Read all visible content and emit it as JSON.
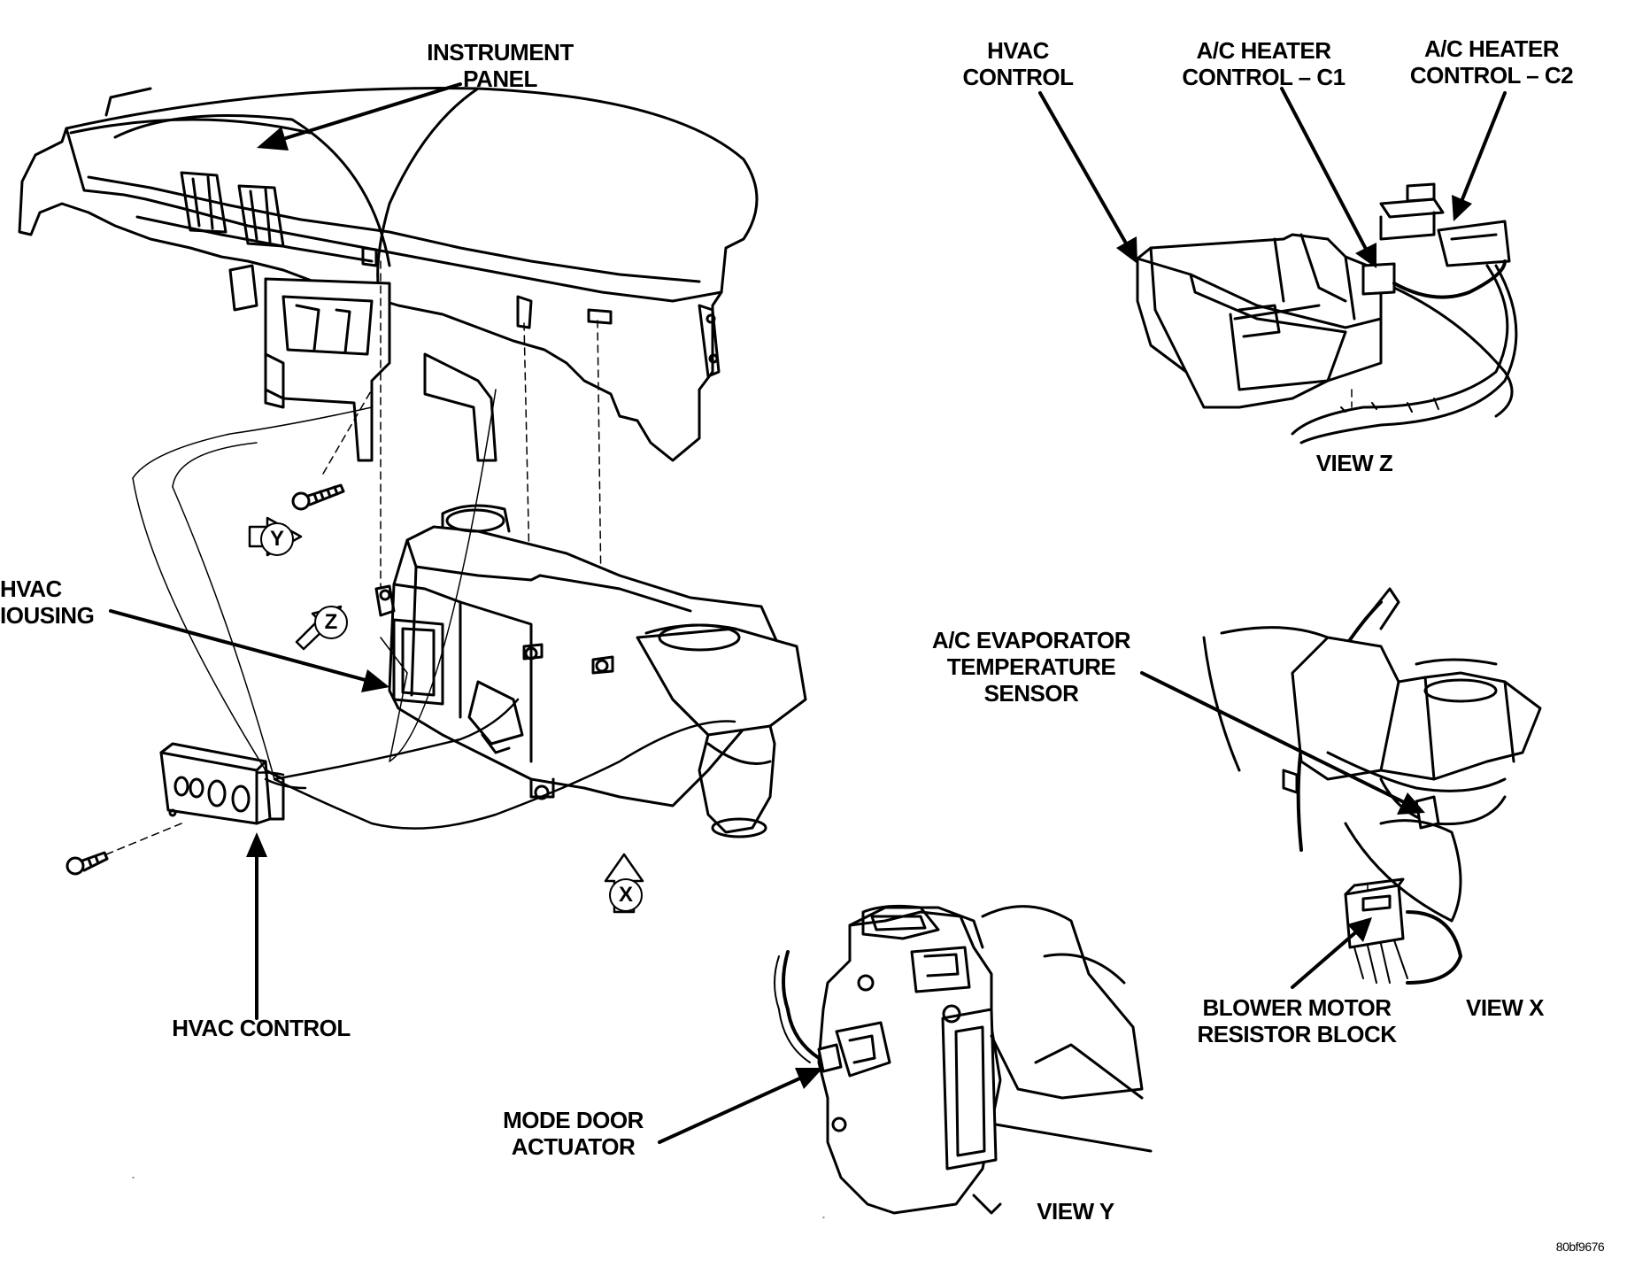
{
  "labels": {
    "instrument_panel": "INSTRUMENT\nPANEL",
    "hvac_housing": "HVAC\nIOUSING",
    "hvac_control_main": "HVAC CONTROL",
    "hvac_control_z": "HVAC\nCONTROL",
    "ac_heater_c1": "A/C HEATER\nCONTROL – C1",
    "ac_heater_c2": "A/C HEATER\nCONTROL – C2",
    "view_z": "VIEW Z",
    "evap_sensor": "A/C EVAPORATOR\nTEMPERATURE\nSENSOR",
    "blower_resistor": "BLOWER MOTOR\nRESISTOR BLOCK",
    "view_x": "VIEW X",
    "mode_door": "MODE DOOR\nACTUATOR",
    "view_y": "VIEW Y",
    "figure_id": "80bf9676"
  },
  "view_markers": {
    "y": "Y",
    "z": "Z",
    "x": "X"
  }
}
